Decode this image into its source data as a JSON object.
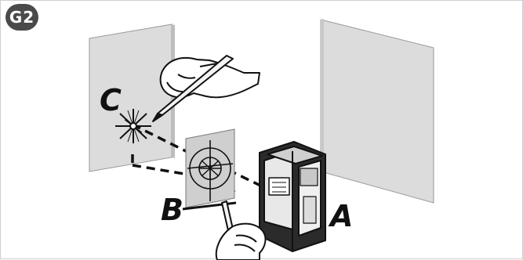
{
  "figure": {
    "label": "G2"
  },
  "callouts": {
    "c": "C",
    "b": "B",
    "a": "A"
  },
  "colors": {
    "wall_fill": "#dcdcdc",
    "wall_edge": "#9a9a9a",
    "target_fill": "#cfcfcf",
    "outline": "#1a1a1a",
    "device_body": "#2b2b2b",
    "device_face": "#e8e8e8",
    "badge": "#4a4a4a"
  },
  "icons": {
    "laser_point_c": "laser-burst-icon",
    "target_b": "crosshair-target-icon",
    "device_a": "cross-line-laser-device"
  }
}
